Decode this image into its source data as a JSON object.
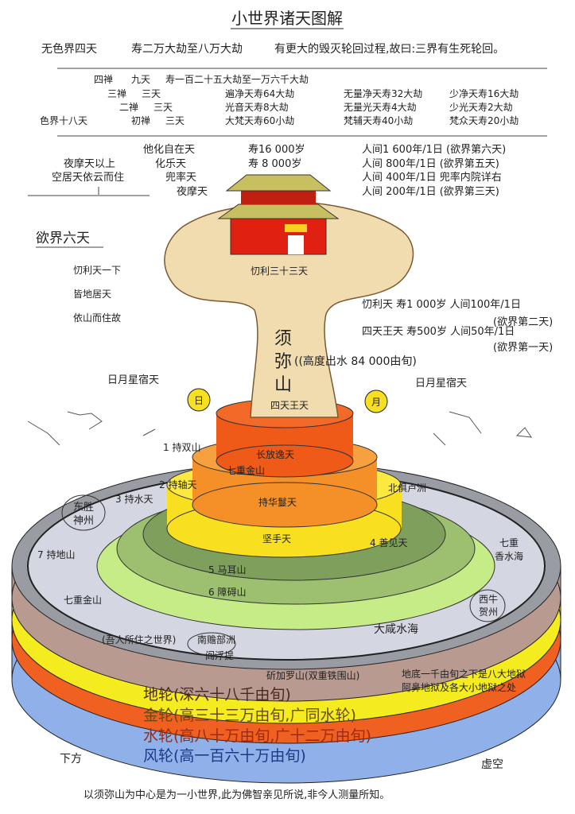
{
  "title": "小世界诸天图解",
  "formless": {
    "name": "无色界四天",
    "life": "寿二万大劫至八万大劫",
    "note": "有更大的毁灭轮回过程,故曰:三界有生死轮回。"
  },
  "form": {
    "row4": {
      "a": "四禅",
      "b": "九天",
      "c": "寿一百二十五大劫至一万六千大劫"
    },
    "row3": {
      "a": "三禅",
      "b": "三天",
      "c": "遍净天寿64大劫",
      "d": "无量净天寿32大劫",
      "e": "少净天寿16大劫"
    },
    "row2": {
      "a": "二禅",
      "b": "三天",
      "c": "光音天寿8大劫",
      "d": "无量光天寿4大劫",
      "e": "少光天寿2大劫"
    },
    "row1": {
      "label": "色界十八天",
      "a": "初禅",
      "b": "三天",
      "c": "大梵天寿60小劫",
      "d": "梵辅天寿40小劫",
      "e": "梵众天寿20小劫"
    }
  },
  "desire": {
    "rows": [
      {
        "name": "他化自在天",
        "life": "寿16 000岁",
        "day": "人间1 600年/1日 (欲界第六天)"
      },
      {
        "name": "化乐天",
        "life": "寿 8 000岁",
        "day": "人间  800年/1日 (欲界第五天)"
      },
      {
        "name": "兜率天",
        "day": "人间  400年/1日 兜率内院详右"
      },
      {
        "name": "夜摩天",
        "day": "人间  200年/1日 (欲界第三天)"
      }
    ],
    "left1": "夜摩天以上",
    "left2": "空居天依云而住",
    "heading": "欲界六天",
    "notes": [
      "忉利天一下",
      "皆地居天",
      "依山而住故"
    ],
    "trayastrimsa": "忉利三十三天",
    "r1": "忉利天   寿1 000岁   人间100年/1日",
    "r1b": "(欲界第二天)",
    "r2": "四天王天   寿500岁   人间50年/1日",
    "r2b": "(欲界第一天)"
  },
  "sumeru": {
    "c1": "须",
    "c2": "弥",
    "c3": "山",
    "height": "((高度出水 84 000由旬)",
    "four_kings": "四天王天",
    "stars_left": "日月星宿天",
    "stars_right": "日月星宿天",
    "sun": "日",
    "moon": "月"
  },
  "rings": {
    "l1": "1 持双山",
    "l2": "2 持轴天",
    "l3": "3 持水天",
    "l4": "4 善见天",
    "l5": "5 马耳山",
    "l6": "6 障碍山",
    "l7": "7 持地山",
    "t1": "长放逸天",
    "t2": "七重金山",
    "t3": "持华鬘天",
    "t4": "坚手天",
    "north": "北俱卢洲",
    "east1": "东胜",
    "east2": "神州",
    "west1": "西牛",
    "west2": "贺州",
    "sea1": "七重",
    "sea2": "香水海",
    "gold": "七重金山",
    "salt": "大咸水海",
    "we": "(吾人所住之世界)",
    "south": "南赡部洲",
    "jambu": "阎浮提",
    "iron": "斫加罗山(双重铁围山)",
    "hell1": "地底一千由旬之下是八大地狱",
    "hell2": "阿鼻地狱及各大小地狱之处"
  },
  "layers": {
    "earth": "地轮(深六十八千由旬)",
    "gold": "金轮(高三十三万由旬,广同水轮)",
    "water": "水轮(高八十万由旬,广十二万由旬)",
    "wind": "风轮(高一百六十万由旬)",
    "below": "下方",
    "void": "虚空"
  },
  "footer": "以须弥山为中心是为一小世界,此为佛智亲见所说,非今人测量所知。",
  "colors": {
    "wind": "#8fb0e8",
    "water": "#f06020",
    "goldwheel": "#f5ec20",
    "earth": "#b89a90",
    "disk": "#c9cbd6",
    "cream": "#f1dcb0",
    "red": "#e02010"
  }
}
